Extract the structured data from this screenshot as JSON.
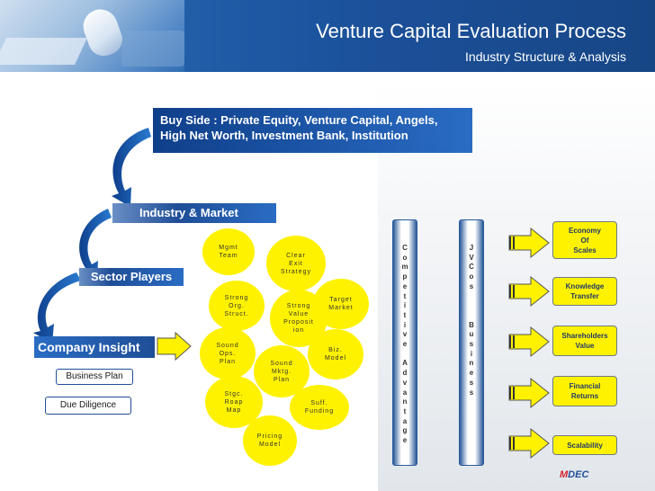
{
  "header": {
    "title": "Venture Capital Evaluation Process",
    "subtitle": "Industry  Structure & Analysis"
  },
  "diagram": {
    "buy_side_line1": "Buy Side :  Private Equity, Venture Capital, Angels,",
    "buy_side_line2": "High Net Worth, Investment Bank, Institution",
    "industry_market": "Industry & Market",
    "sector_players": "Sector Players",
    "company_insight": "Company Insight",
    "business_plan": "Business Plan",
    "due_diligence": "Due Diligence",
    "circles": [
      {
        "label": "Mgmt\nTeam"
      },
      {
        "label": "Clear\nExit\nStrategy"
      },
      {
        "label": "Strong\nOrg.\nStruct."
      },
      {
        "label": "Strong\nValue\nProposit\nion"
      },
      {
        "label": "Target\nMarket"
      },
      {
        "label": "Sound\nOps.\nPlan"
      },
      {
        "label": "Sound\nMktg.\nPlan"
      },
      {
        "label": "Biz.\nModel"
      },
      {
        "label": "Stgc.\nRoap\nMap"
      },
      {
        "label": "Suff.\nFunding"
      },
      {
        "label": "Pricing\nModel"
      }
    ],
    "competitive_advantage": "C\no\nm\np\ne\nt\ni\nt\ni\nv\ne\n\nA\nd\nv\na\nn\nt\na\ng\ne",
    "jv_business": "J\nV\nC\no\ns\n\n\n\nB\nu\ns\ni\nn\ne\ns\ns",
    "outcomes": [
      "Economy\nOf\nScales",
      "Knowledge\nTransfer",
      "Shareholders\nValue",
      "Financial\nReturns",
      "Scalability"
    ],
    "colors": {
      "blue_box": "#1f4e97",
      "circle": "#fff200",
      "arrow": "#fff200",
      "outcome": "#fff200"
    }
  },
  "logo": {
    "text_a": "M",
    "text_b": "DEC"
  }
}
